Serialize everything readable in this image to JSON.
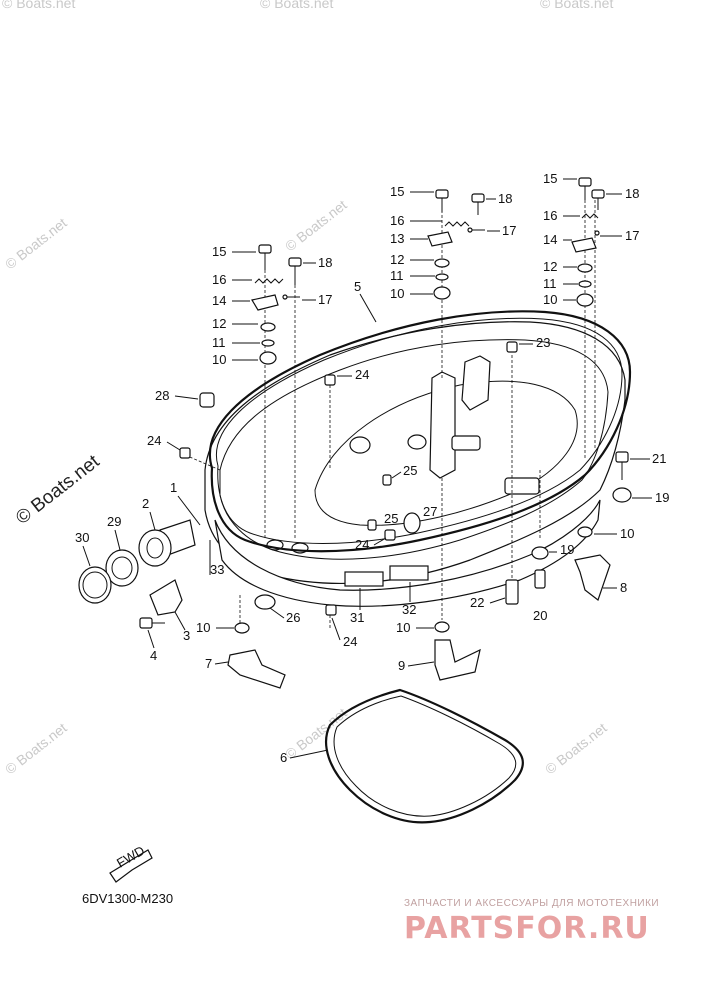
{
  "diagram": {
    "code": "6DV1300-M230",
    "fwd_label": "FWD"
  },
  "watermarks": {
    "small": "© Boats.net",
    "large": "© Boats.net"
  },
  "brand": {
    "subtitle": "ЗАПЧАСТИ И АКСЕССУАРЫ ДЛЯ МОТОТЕХНИКИ",
    "name": "PARTSFOR.RU"
  },
  "callouts": [
    "1",
    "2",
    "3",
    "4",
    "5",
    "6",
    "7",
    "8",
    "9",
    "10",
    "11",
    "12",
    "13",
    "14",
    "15",
    "16",
    "17",
    "18",
    "19",
    "20",
    "21",
    "22",
    "23",
    "24",
    "25",
    "26",
    "27",
    "28",
    "29",
    "30",
    "31",
    "32",
    "33"
  ]
}
